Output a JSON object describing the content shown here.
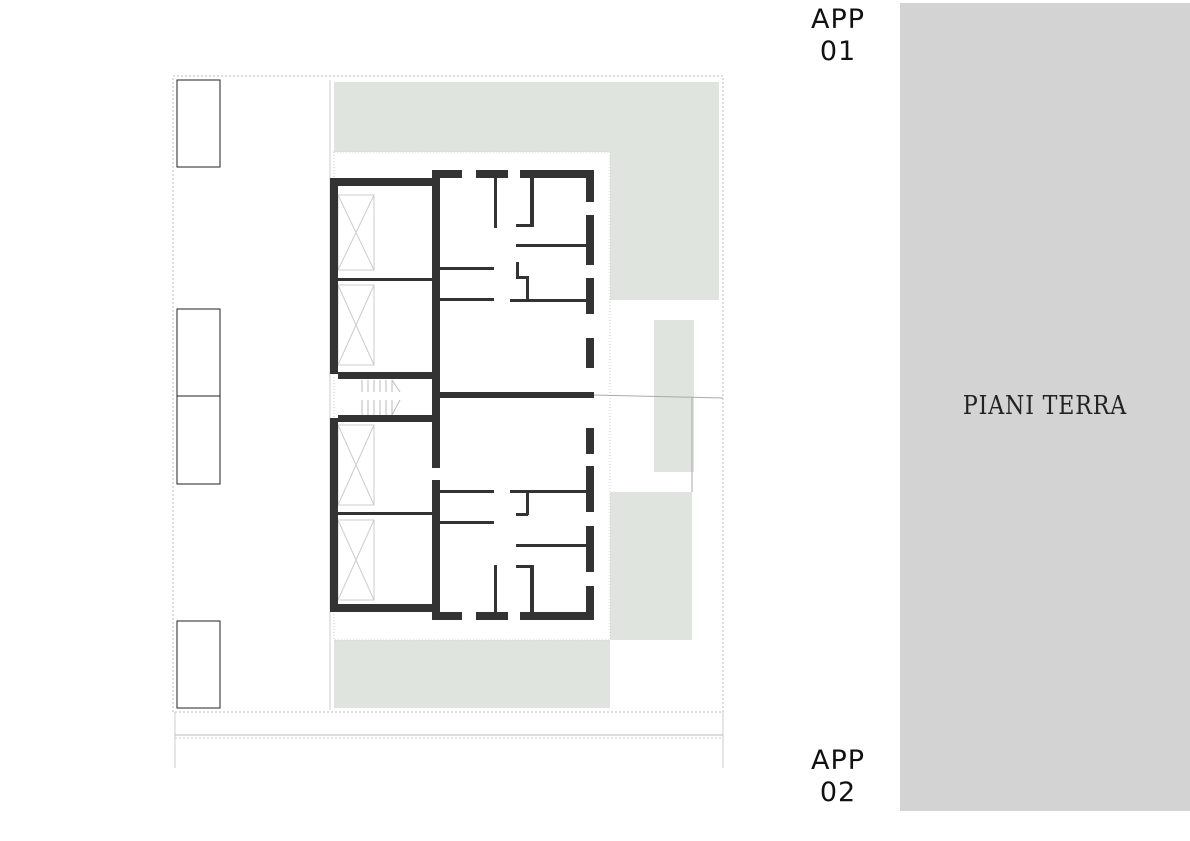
{
  "labels": {
    "app1": {
      "line1": "APP",
      "line2": "01"
    },
    "app2": {
      "line1": "APP",
      "line2": "02"
    },
    "panel_title": "PIANI TERRA"
  },
  "colors": {
    "wall": "#333333",
    "garden": "#dfe4df",
    "panel": "#d3d3d3"
  }
}
